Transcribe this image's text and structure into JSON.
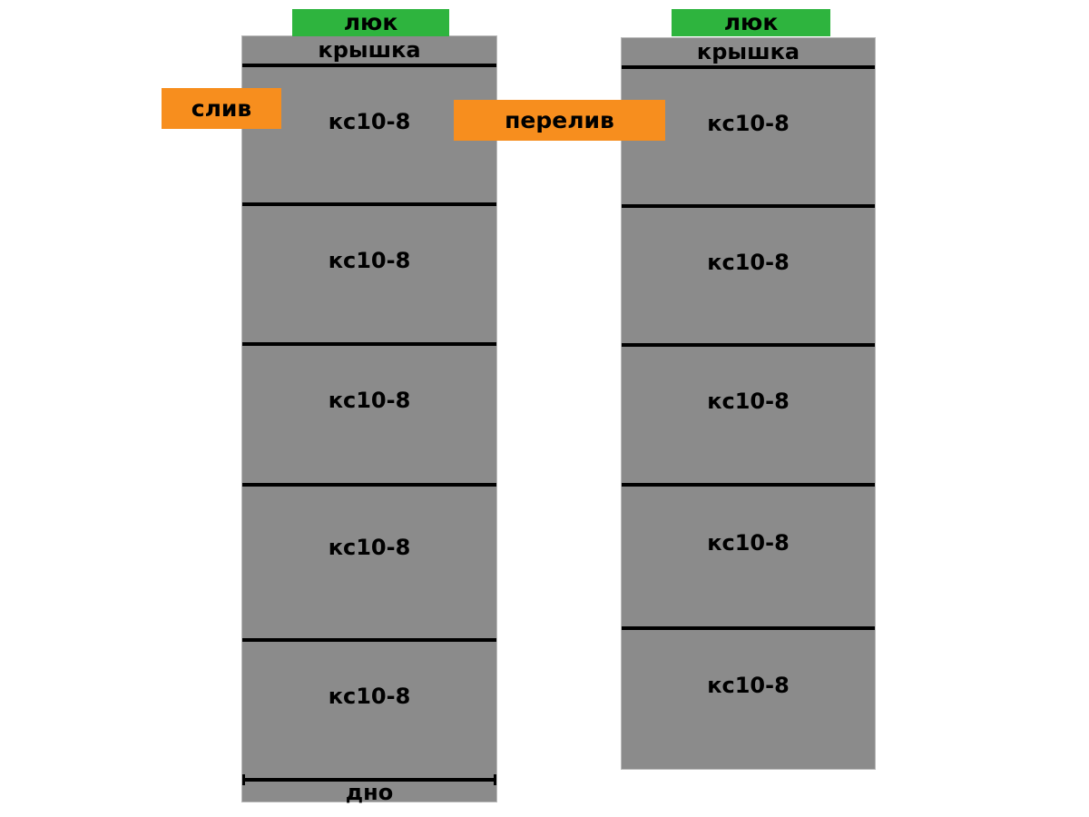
{
  "colors": {
    "ring_gray": "#8B8B8B",
    "hatch_green": "#2EB43E",
    "pipe_orange": "#F78E1E",
    "line_black": "#000000"
  },
  "left_tank": {
    "hatch_label": "люк",
    "cover_label": "крышка",
    "rings": [
      "кс10-8",
      "кс10-8",
      "кс10-8",
      "кс10-8",
      "кс10-8"
    ],
    "bottom_label": "дно"
  },
  "right_tank": {
    "hatch_label": "люк",
    "cover_label": "крышка",
    "rings": [
      "кс10-8",
      "кс10-8",
      "кс10-8",
      "кс10-8",
      "кс10-8"
    ]
  },
  "pipes": {
    "drain_label": "слив",
    "overflow_label": "перелив"
  }
}
